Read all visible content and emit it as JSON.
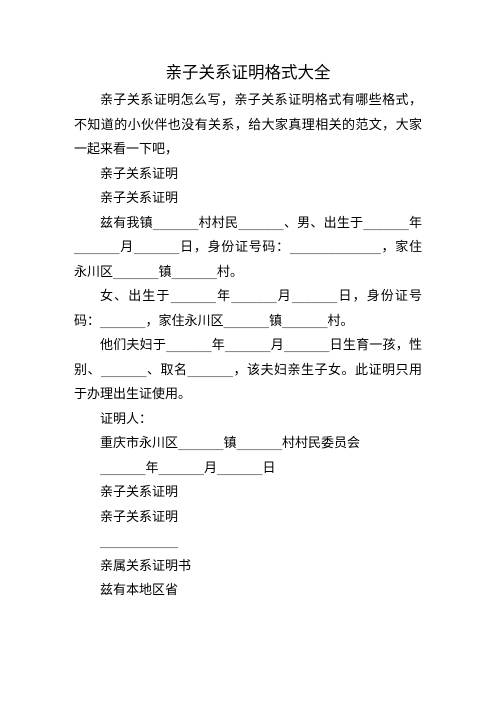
{
  "document": {
    "title": "亲子关系证明格式大全",
    "paragraphs": [
      "亲子关系证明怎么写，亲子关系证明格式有哪些格式，不知道的小伙伴也没有关系，给大家真理相关的范文，大家一起来看一下吧，",
      "亲子关系证明",
      "亲子关系证明",
      "兹有我镇_______村村民_______、男、出生于_______年_______月_______日，身份证号码：______________，家住永川区_______镇_______村。",
      "女、出生于_______年_______月_______日，身份证号码：_______，家住永川区_______镇_______村。",
      "他们夫妇于_______年_______月_______日生育一孩，性别、_______、取名_______，该夫妇亲生子女。此证明只用于办理出生证使用。",
      "证明人：",
      "重庆市永川区_______镇_______村村民委员会",
      "_______年_______月_______日",
      "亲子关系证明",
      "亲子关系证明",
      "____________",
      "亲属关系证明书",
      "兹有本地区省"
    ]
  }
}
